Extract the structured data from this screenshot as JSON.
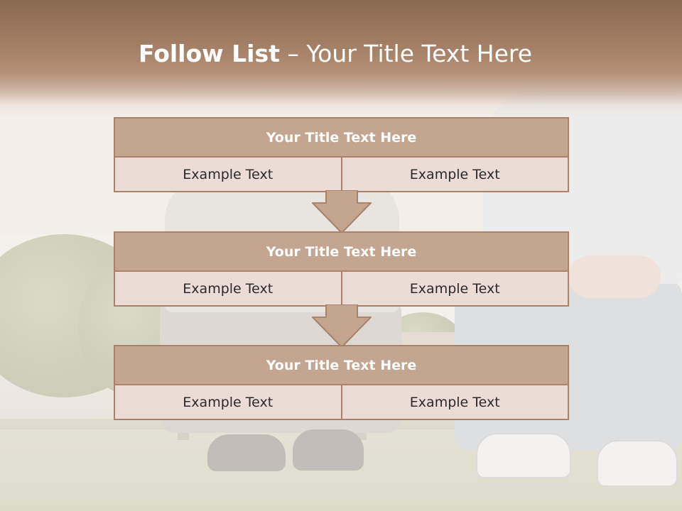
{
  "slide": {
    "title_bold": "Follow List",
    "title_rest": " – Your Title Text Here"
  },
  "steps": [
    {
      "title": "Your Title Text Here",
      "left": "Example Text",
      "right": "Example Text"
    },
    {
      "title": "Your Title Text Here",
      "left": "Example Text",
      "right": "Example Text"
    },
    {
      "title": "Your Title Text Here",
      "left": "Example Text",
      "right": "Example Text"
    }
  ],
  "colors": {
    "header": "#a07c62",
    "block_title_fill": "#c4a58f",
    "block_border": "#a98269",
    "cell_fill": "#ebddd6",
    "arrow_fill": "#c4a58f"
  }
}
